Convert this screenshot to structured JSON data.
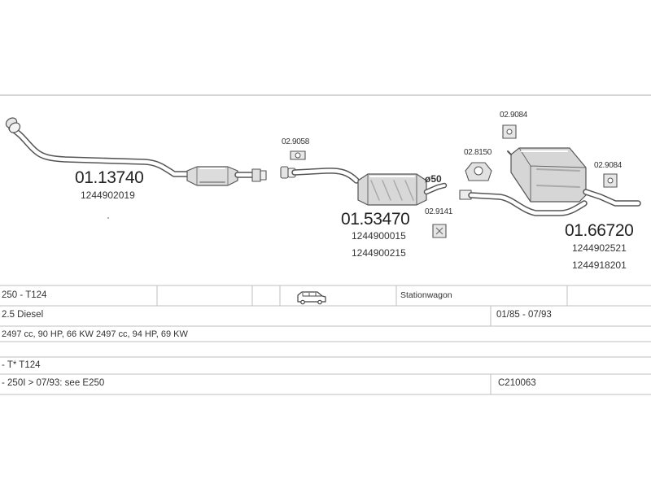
{
  "parts": {
    "front_pipe": {
      "code": "01.13740",
      "oem": [
        "1244902019"
      ]
    },
    "middle_silencer": {
      "code": "01.53470",
      "oem": [
        "1244900015",
        "1244900215"
      ]
    },
    "rear_silencer": {
      "code": "01.66720",
      "oem": [
        "1244902521",
        "1244918201"
      ]
    },
    "rubber_mount_1": {
      "code": "02.9058"
    },
    "rubber_mount_2": {
      "code": "02.9141"
    },
    "mount_bracket": {
      "code": "02.8150"
    },
    "rubber_mount_3": {
      "code": "02.9084"
    },
    "rubber_mount_4": {
      "code": "02.9084"
    },
    "diameter_note": "ø50"
  },
  "table": {
    "model": "250 - T124",
    "body_type": "Stationwagon",
    "engine": "2.5 Diesel",
    "period": "01/85 - 07/93",
    "specs": "2497 cc, 90 HP, 66 KW 2497 cc, 94 HP, 69 KW",
    "chassis": "- T* T124",
    "note": "- 250I > 07/93: see E250",
    "ref_code": "C210063"
  },
  "icons": {
    "vehicle": "station-wagon-icon"
  },
  "colors": {
    "line": "#555555",
    "part_fill": "#dcdcdc",
    "part_shade": "#9a9a9a",
    "grid": "#bfbfbf"
  }
}
